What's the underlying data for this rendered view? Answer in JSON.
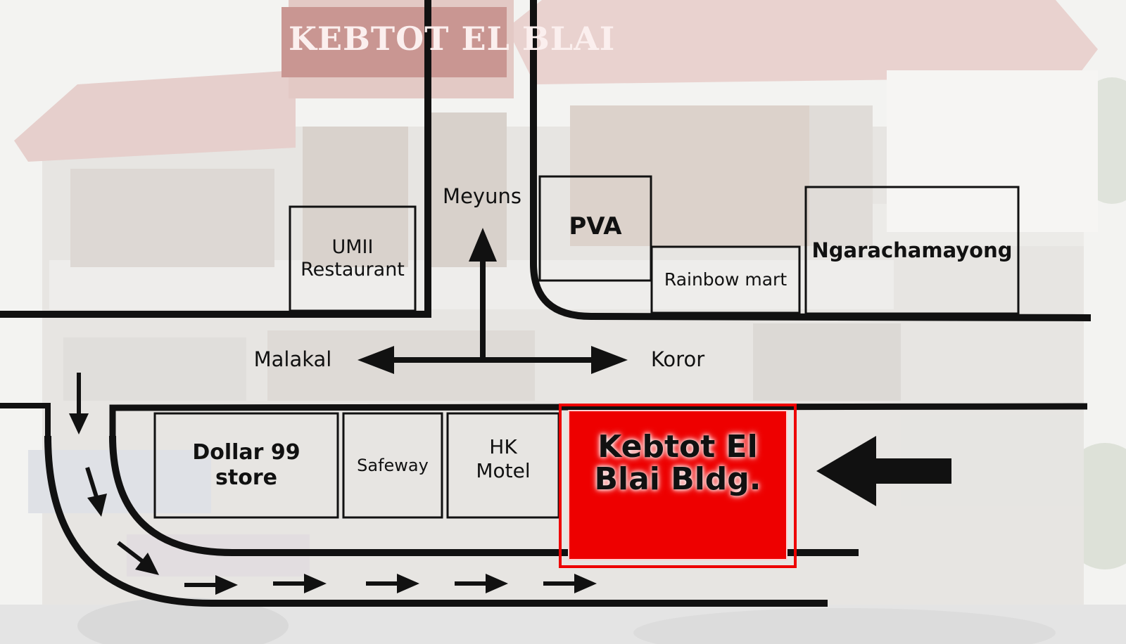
{
  "sign": {
    "text": "KEBTOT EL BLAI"
  },
  "directions": {
    "north": "Meyuns",
    "west": "Malakal",
    "east": "Koror"
  },
  "buildings": {
    "umii": "UMII\nRestaurant",
    "pva": "PVA",
    "rainbow": "Rainbow mart",
    "ngarachamayong": "Ngarachamayong",
    "dollar99": "Dollar 99\nstore",
    "safeway": "Safeway",
    "hk_motel": "HK\nMotel",
    "kebtot": "Kebtot El\nBlai Bldg."
  },
  "colors": {
    "highlight": "#ee0000",
    "ink": "#111111",
    "roof": "#c98a86"
  },
  "icons": {
    "pointer": "left-arrow-icon",
    "route": "route-arrow-icon"
  }
}
